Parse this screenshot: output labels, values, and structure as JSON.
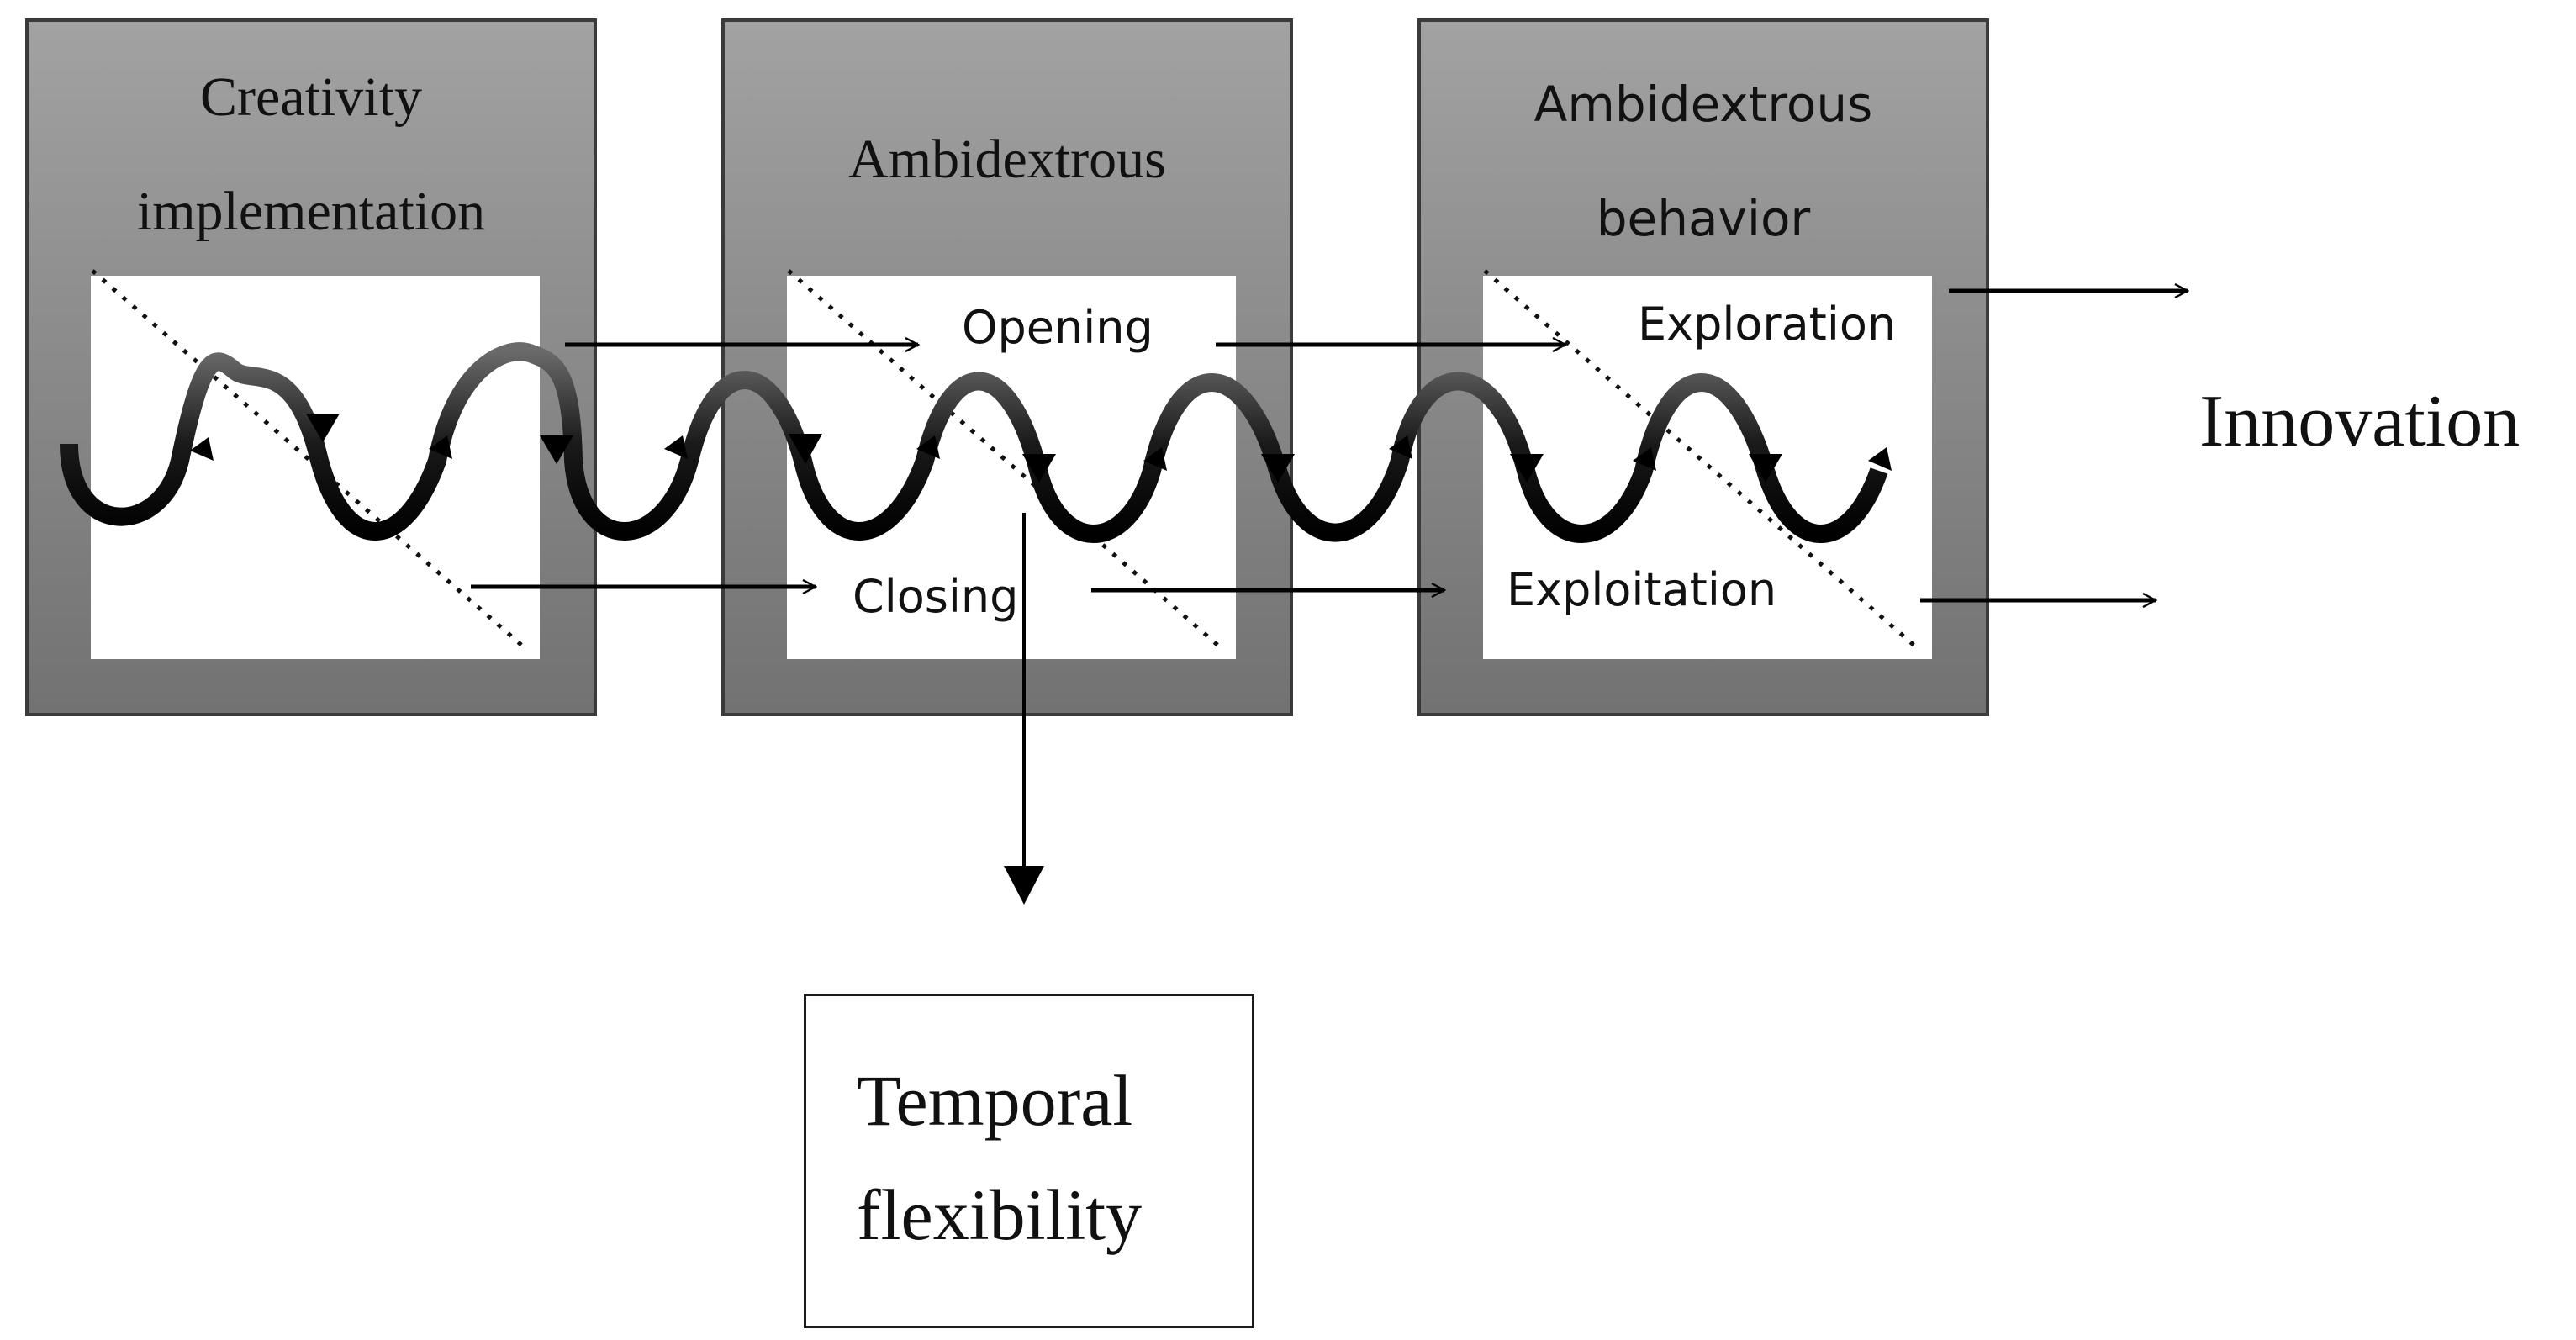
{
  "stages": [
    {
      "title": "Creativity\nimplementation"
    },
    {
      "title": "Ambidextrous",
      "top_label": "Opening",
      "bottom_label": "Closing"
    },
    {
      "title": "Ambidextrous\nbehavior",
      "top_label": "Exploration",
      "bottom_label": "Exploitation"
    }
  ],
  "outcome": "Innovation",
  "moderator": "Temporal\nflexibility",
  "colors": {
    "panel_top": "#a2a2a2",
    "panel_bottom": "#727272",
    "panel_border": "#3a3a3a",
    "inner_fill": "#ffffff",
    "arrow": "#000000"
  }
}
